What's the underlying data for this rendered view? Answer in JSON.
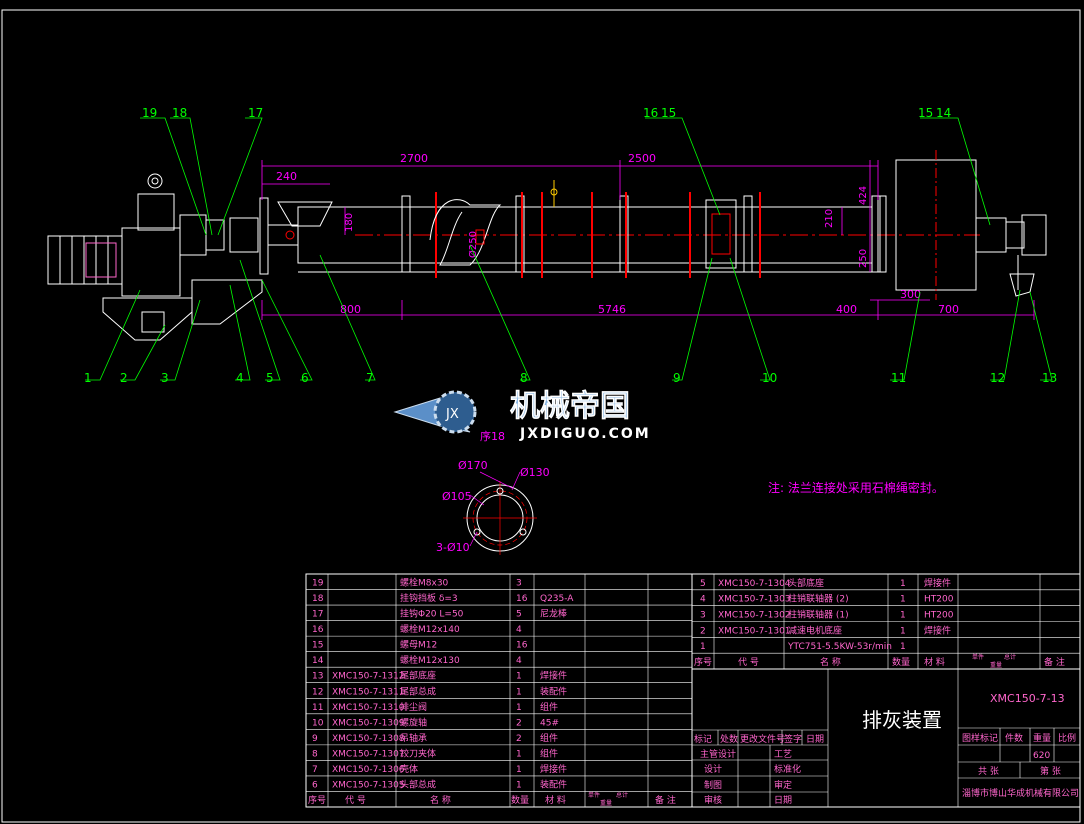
{
  "callouts": [
    {
      "num": "1"
    },
    {
      "num": "2"
    },
    {
      "num": "3"
    },
    {
      "num": "4"
    },
    {
      "num": "5"
    },
    {
      "num": "6"
    },
    {
      "num": "7"
    },
    {
      "num": "8"
    },
    {
      "num": "9"
    },
    {
      "num": "10"
    },
    {
      "num": "11"
    },
    {
      "num": "12"
    },
    {
      "num": "13"
    },
    {
      "num": "14"
    },
    {
      "num": "15"
    },
    {
      "num": "15"
    },
    {
      "num": "16"
    },
    {
      "num": "17"
    },
    {
      "num": "18"
    },
    {
      "num": "19"
    }
  ],
  "dimensions": {
    "top_2700": "2700",
    "top_2500": "2500",
    "d_240": "240",
    "d_180": "180",
    "d_210": "210",
    "d_424": "424",
    "d_250": "250",
    "d_300": "300",
    "bottom_800": "800",
    "bottom_5746": "5746",
    "bottom_400": "400",
    "bottom_700": "700",
    "phi_250": "Ø250"
  },
  "flange_detail": {
    "label": "序18",
    "d170": "Ø170",
    "d130": "Ø130",
    "d105": "Ø105",
    "holes": "3-Ø10"
  },
  "note": "注: 法兰连接处采用石棉绳密封。",
  "watermark": {
    "cn": "机械帝国",
    "en": "JXDIGUO.COM"
  },
  "parts_left": [
    {
      "no": "19",
      "code": "",
      "name": "螺栓M8x30",
      "qty": "3",
      "mat": "",
      "remark": ""
    },
    {
      "no": "18",
      "code": "",
      "name": "挂钩挡板 δ=3",
      "qty": "16",
      "mat": "Q235-A",
      "remark": ""
    },
    {
      "no": "17",
      "code": "",
      "name": "挂钩Φ20 L=50",
      "qty": "5",
      "mat": "尼龙棒",
      "remark": ""
    },
    {
      "no": "16",
      "code": "",
      "name": "螺栓M12x140",
      "qty": "4",
      "mat": "",
      "remark": ""
    },
    {
      "no": "15",
      "code": "",
      "name": "螺母M12",
      "qty": "16",
      "mat": "",
      "remark": ""
    },
    {
      "no": "14",
      "code": "",
      "name": "螺栓M12x130",
      "qty": "4",
      "mat": "",
      "remark": ""
    },
    {
      "no": "13",
      "code": "XMC150-7-1312",
      "name": "尾部底座",
      "qty": "1",
      "mat": "焊接件",
      "remark": ""
    },
    {
      "no": "12",
      "code": "XMC150-7-1311",
      "name": "尾部总成",
      "qty": "1",
      "mat": "装配件",
      "remark": ""
    },
    {
      "no": "11",
      "code": "XMC150-7-1310",
      "name": "排尘阀",
      "qty": "1",
      "mat": "组件",
      "remark": ""
    },
    {
      "no": "10",
      "code": "XMC150-7-1309",
      "name": "螺旋轴",
      "qty": "2",
      "mat": "45#",
      "remark": ""
    },
    {
      "no": "9",
      "code": "XMC150-7-1308",
      "name": "吊轴承",
      "qty": "2",
      "mat": "组件",
      "remark": ""
    },
    {
      "no": "8",
      "code": "XMC150-7-1307",
      "name": "铰刀夹体",
      "qty": "1",
      "mat": "组件",
      "remark": ""
    },
    {
      "no": "7",
      "code": "XMC150-7-1306",
      "name": "壳体",
      "qty": "1",
      "mat": "焊接件",
      "remark": ""
    },
    {
      "no": "6",
      "code": "XMC150-7-1305",
      "name": "头部总成",
      "qty": "1",
      "mat": "装配件",
      "remark": ""
    }
  ],
  "parts_left_header": {
    "no": "序号",
    "code": "代 号",
    "name": "名 称",
    "qty": "数量",
    "mat": "材 料",
    "w1": "单件",
    "w2": "总计",
    "weight": "重量",
    "remark": "备 注"
  },
  "parts_right": [
    {
      "no": "5",
      "code": "XMC150-7-1304",
      "name": "头部底座",
      "qty": "1",
      "mat": "焊接件"
    },
    {
      "no": "4",
      "code": "XMC150-7-1303",
      "name": "柱销联轴器 (2)",
      "qty": "1",
      "mat": "HT200"
    },
    {
      "no": "3",
      "code": "XMC150-7-1302",
      "name": "柱销联轴器 (1)",
      "qty": "1",
      "mat": "HT200"
    },
    {
      "no": "2",
      "code": "XMC150-7-1301",
      "name": "减速电机底座",
      "qty": "1",
      "mat": "焊接件"
    },
    {
      "no": "1",
      "code": "",
      "name": "YTC751-5.5KW-53r/min",
      "qty": "1",
      "mat": ""
    }
  ],
  "parts_right_header": {
    "no": "序号",
    "code": "代 号",
    "name": "名 称",
    "qty": "数量",
    "mat": "材 料",
    "w1": "单件",
    "w2": "总计",
    "weight": "重量",
    "remark": "备 注"
  },
  "title_block": {
    "title": "排灰装置",
    "drawing_no": "XMC150-7-13",
    "rev_headers": [
      "标记",
      "处数",
      "更改文件号",
      "签字",
      "日期"
    ],
    "roles": [
      {
        "a": "设计",
        "b": "标准化"
      },
      {
        "a": "制图",
        "b": "审定"
      },
      {
        "a": "审核",
        "b": "日期"
      }
    ],
    "tech_a": "主管设计",
    "tech_b": "工艺",
    "stage_label": "图样标记",
    "weight_label": "重量",
    "scale_label": "比例",
    "qty_label": "件数",
    "weight_value": "620",
    "scale_value": "",
    "sheets_total": "共 张",
    "sheet_no": "第 张",
    "company": "淄博市博山华成机械有限公司"
  }
}
